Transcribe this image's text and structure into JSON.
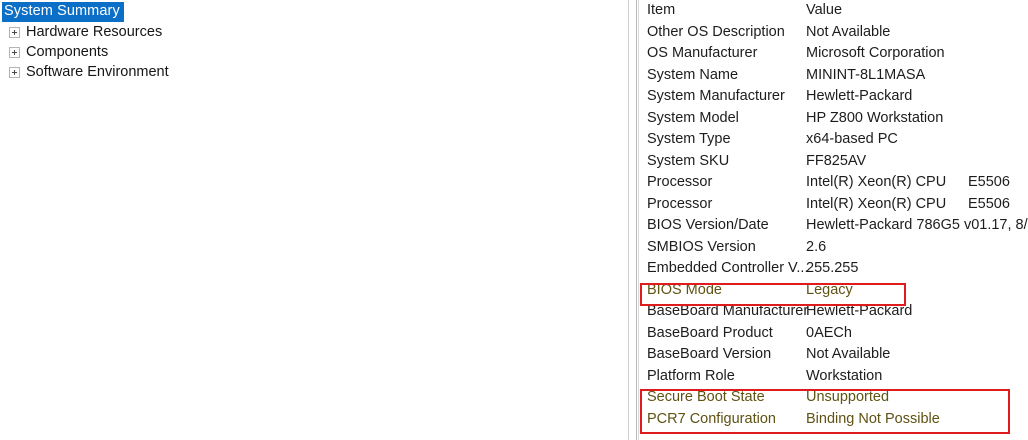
{
  "tree": {
    "selected_label": "System Summary",
    "items": [
      {
        "label": "System Summary",
        "expandable": false,
        "selected": true
      },
      {
        "label": "Hardware Resources",
        "expandable": true,
        "selected": false
      },
      {
        "label": "Components",
        "expandable": true,
        "selected": false
      },
      {
        "label": "Software Environment",
        "expandable": true,
        "selected": false
      }
    ]
  },
  "detail": {
    "columns": {
      "item": "Item",
      "value": "Value"
    },
    "rows": [
      {
        "item": "Other OS Description",
        "value": "Not Available",
        "extra": "",
        "highlighted": false
      },
      {
        "item": "OS Manufacturer",
        "value": "Microsoft Corporation",
        "extra": "",
        "highlighted": false
      },
      {
        "item": "System Name",
        "value": "MININT-8L1MASA",
        "extra": "",
        "highlighted": false
      },
      {
        "item": "System Manufacturer",
        "value": "Hewlett-Packard",
        "extra": "",
        "highlighted": false
      },
      {
        "item": "System Model",
        "value": "HP Z800 Workstation",
        "extra": "",
        "highlighted": false
      },
      {
        "item": "System Type",
        "value": "x64-based PC",
        "extra": "",
        "highlighted": false
      },
      {
        "item": "System SKU",
        "value": "FF825AV",
        "extra": "",
        "highlighted": false
      },
      {
        "item": "Processor",
        "value": "Intel(R) Xeon(R) CPU",
        "extra": "E5506",
        "highlighted": false
      },
      {
        "item": "Processor",
        "value": "Intel(R) Xeon(R) CPU",
        "extra": "E5506",
        "highlighted": false
      },
      {
        "item": "BIOS Version/Date",
        "value": "Hewlett-Packard 786G5 v01.17, 8/",
        "extra": "",
        "highlighted": false
      },
      {
        "item": "SMBIOS Version",
        "value": "2.6",
        "extra": "",
        "highlighted": false
      },
      {
        "item": "Embedded Controller V...",
        "value": "255.255",
        "extra": "",
        "highlighted": false
      },
      {
        "item": "BIOS Mode",
        "value": "Legacy",
        "extra": "",
        "highlighted": true
      },
      {
        "item": "BaseBoard Manufacturer",
        "value": "Hewlett-Packard",
        "extra": "",
        "highlighted": false
      },
      {
        "item": "BaseBoard Product",
        "value": "0AECh",
        "extra": "",
        "highlighted": false
      },
      {
        "item": "BaseBoard Version",
        "value": "Not Available",
        "extra": "",
        "highlighted": false
      },
      {
        "item": "Platform Role",
        "value": "Workstation",
        "extra": "",
        "highlighted": false
      },
      {
        "item": "Secure Boot State",
        "value": "Unsupported",
        "extra": "",
        "highlighted": true
      },
      {
        "item": "PCR7 Configuration",
        "value": "Binding Not Possible",
        "extra": "",
        "highlighted": true
      }
    ]
  },
  "annotations": [
    {
      "name": "bios-mode-highlight",
      "color": "#e01b1b",
      "targets": [
        "BIOS Mode"
      ]
    },
    {
      "name": "secure-boot-highlight",
      "color": "#e01b1b",
      "targets": [
        "Secure Boot State",
        "PCR7 Configuration"
      ]
    }
  ],
  "colors": {
    "selection_blue": "#0b6fc8",
    "annotation_red": "#e01b1b",
    "highlight_text": "#5f5213",
    "text": "#1d1d1d"
  }
}
